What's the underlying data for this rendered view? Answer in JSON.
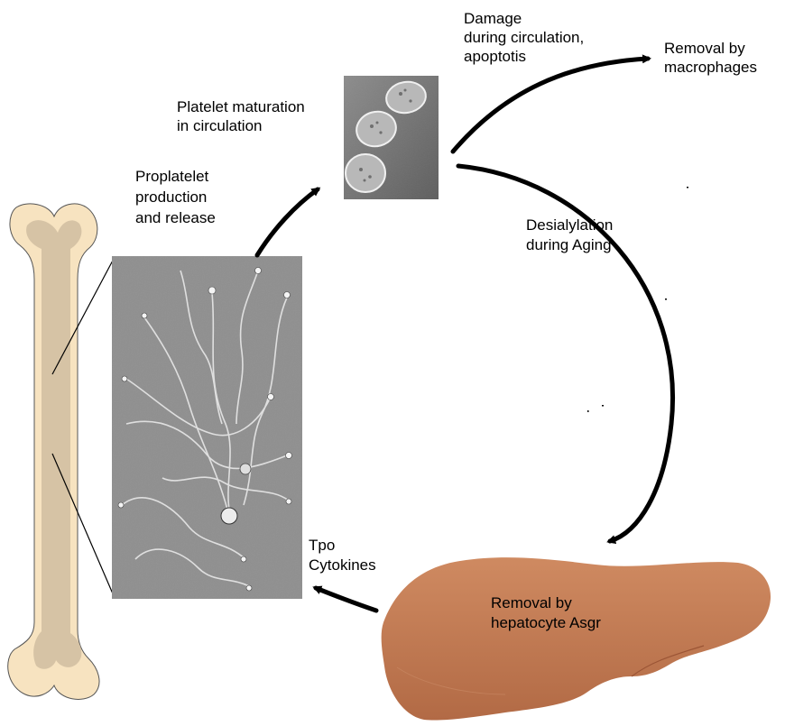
{
  "labels": {
    "damage": [
      "Damage",
      "during circulation,",
      "apoptotis"
    ],
    "removal_macrophages": [
      "Removal by",
      "macrophages"
    ],
    "platelet_maturation": [
      "Platelet maturation",
      "in circulation"
    ],
    "proplatelet": [
      "Proplatelet",
      "production",
      "and release"
    ],
    "desialylation": [
      "Desialylation",
      "during Aging"
    ],
    "tpo": [
      "Tpo",
      "Cytokines"
    ],
    "removal_hepatocyte": [
      "Removal by",
      "hepatocyte Asgr"
    ]
  },
  "colors": {
    "bone_outer": "#f7e3c0",
    "bone_inner": "#d6c3a5",
    "liver": "#c47b52",
    "liver_shadow": "#a45e3b",
    "micrograph_bg": "#8f8f8f",
    "arrow": "#000000"
  },
  "icons": {
    "bone": "femur-bone-illustration",
    "liver": "liver-illustration",
    "platelets": "platelet-micrograph",
    "proplatelets": "proplatelet-micrograph"
  }
}
